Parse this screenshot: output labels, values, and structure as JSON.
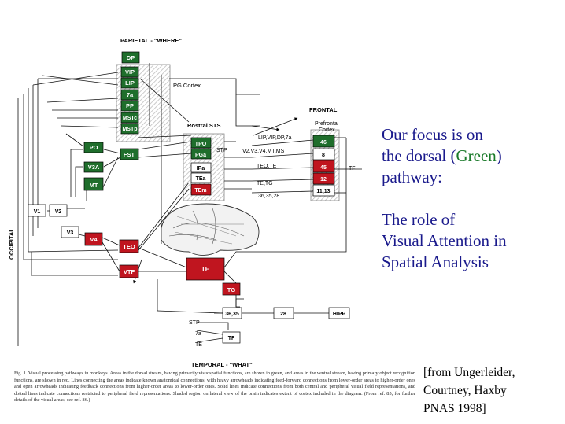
{
  "diagram": {
    "title_top": "PARIETAL - \"WHERE\"",
    "title_bottom": "TEMPORAL - \"WHAT\"",
    "side_label": "OCCIPITAL",
    "region_pg": "PG Cortex",
    "region_sts": "Rostral STS",
    "region_frontal": "FRONTAL",
    "region_prefrontal_1": "Prefrontal",
    "region_prefrontal_2": "Cortex",
    "boxes": {
      "dp": "DP",
      "vip": "VIP",
      "lip": "LIP",
      "a7": "7a",
      "pp": "PP",
      "mstc": "MSTc",
      "mstp": "MSTp",
      "po": "PO",
      "fst": "FST",
      "v3a": "V3A",
      "mt": "MT",
      "v1": "V1",
      "v2": "V2",
      "v3": "V3",
      "v4": "V4",
      "teo": "TEO",
      "vtf": "VTF",
      "te": "TE",
      "tg": "TG",
      "tpo": "TPO",
      "pga": "PGa",
      "ipa": "IPa",
      "tea": "TEa",
      "tem": "TEm",
      "stp": "STP",
      "b46": "46",
      "b8": "8",
      "b45": "45",
      "b12": "12",
      "b1113": "11,13",
      "b3635": "36,35",
      "b28": "28",
      "hipp": "HIPP",
      "stp2": "STP",
      "a7_2": "7a",
      "te2": "TE",
      "tf": "TF",
      "tf2": "TF"
    },
    "edge_labels": {
      "lip_group": "LIP,VIP,DP,7a",
      "v2_group": "V2,V3,V4,MT,MST",
      "teo_te": "TEO,TE",
      "te_tg": "TE,TG",
      "n363528": "36,35,28"
    }
  },
  "caption": "Fig. 1. Visual processing pathways in monkeys. Areas in the dorsal stream, having primarily visuospatial functions, are shown in green, and areas in the ventral stream, having primary object recognition functions, are shown in red. Lines connecting the areas indicate known anatomical connections, with heavy arrowheads indicating feed-forward connections from lower-order areas to higher-order ones and open arrowheads indicating feedback connections from higher-order areas to lower-order ones. Solid lines indicate connections from both central and peripheral visual field representations, and dotted lines indicate connections restricted to peripheral field representations. Shaded region on lateral view of the brain indicates extent of cortex included in the diagram. (From ref. 85; for further details of the visual areas, see ref. 86.)",
  "slide_text": {
    "line1": "Our  focus is on",
    "line2_pre": "the dorsal (",
    "line2_green": "Green",
    "line2_post": ")",
    "line3": "pathway:",
    "line4": "The role of",
    "line5": "Visual Attention in",
    "line6": "Spatial Analysis"
  },
  "citation": {
    "line1": "[from Ungerleider,",
    "line2": "Courtney, Haxby",
    "line3": "PNAS 1998]"
  },
  "colors": {
    "green": "#1f6e2c",
    "red": "#c0151f",
    "text_blue": "#1a1a8c"
  }
}
